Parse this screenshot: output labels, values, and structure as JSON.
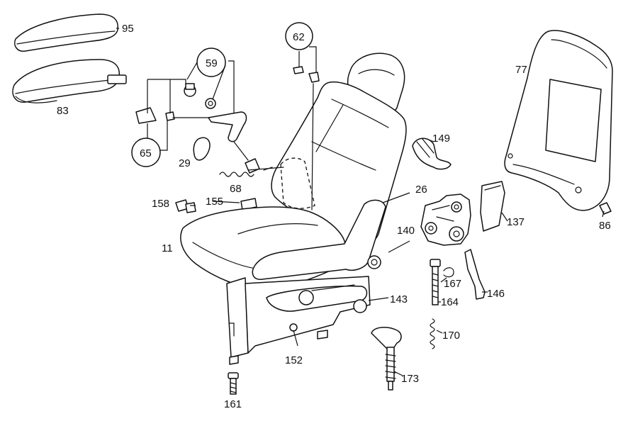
{
  "diagram": {
    "callouts": [
      {
        "id": "95",
        "label": "95"
      },
      {
        "id": "83",
        "label": "83"
      },
      {
        "id": "59",
        "label": "59",
        "circled": true
      },
      {
        "id": "62",
        "label": "62",
        "circled": true
      },
      {
        "id": "65",
        "label": "65",
        "circled": true
      },
      {
        "id": "29",
        "label": "29"
      },
      {
        "id": "68",
        "label": "68"
      },
      {
        "id": "158",
        "label": "158"
      },
      {
        "id": "155",
        "label": "155"
      },
      {
        "id": "11",
        "label": "11"
      },
      {
        "id": "149",
        "label": "149"
      },
      {
        "id": "26",
        "label": "26"
      },
      {
        "id": "140",
        "label": "140"
      },
      {
        "id": "137",
        "label": "137"
      },
      {
        "id": "77",
        "label": "77"
      },
      {
        "id": "86",
        "label": "86"
      },
      {
        "id": "143",
        "label": "143"
      },
      {
        "id": "167",
        "label": "167"
      },
      {
        "id": "164",
        "label": "164"
      },
      {
        "id": "146",
        "label": "146"
      },
      {
        "id": "170",
        "label": "170"
      },
      {
        "id": "152",
        "label": "152"
      },
      {
        "id": "173",
        "label": "173"
      },
      {
        "id": "161",
        "label": "161"
      }
    ]
  }
}
